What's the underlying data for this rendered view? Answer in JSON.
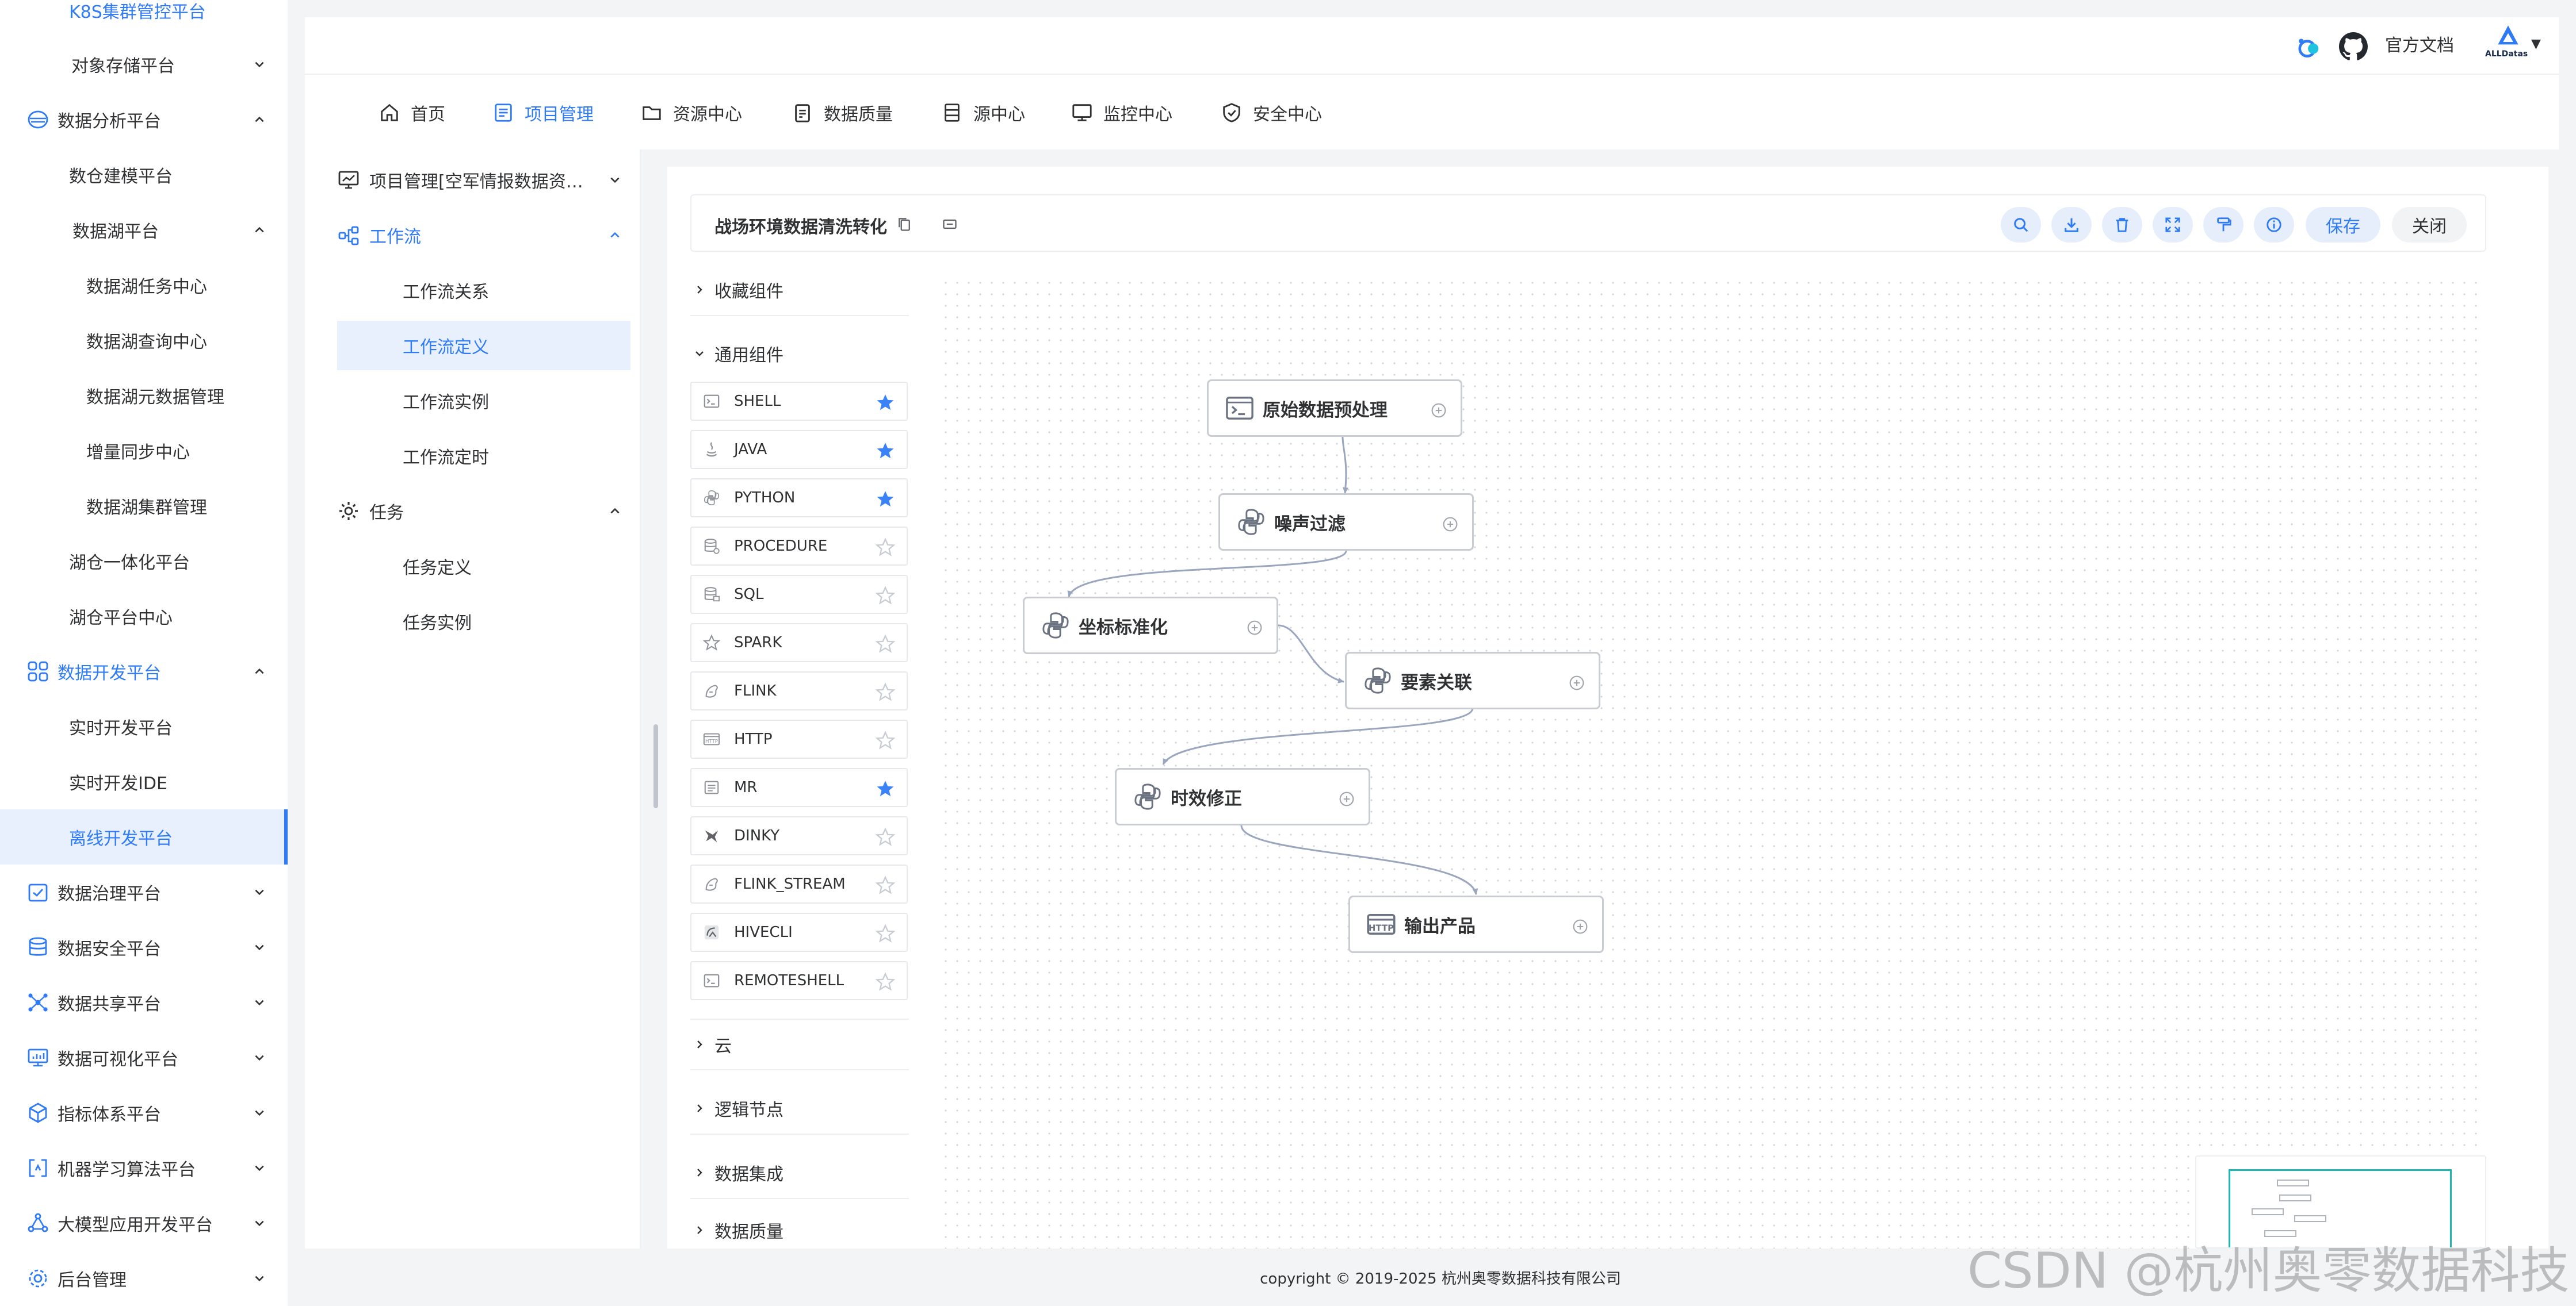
{
  "sidebar": {
    "items": [
      {
        "label": "K8S集群管控平台"
      },
      {
        "label": "对象存储平台"
      },
      {
        "label": "数据分析平台"
      },
      {
        "label": "数仓建模平台"
      },
      {
        "label": "数据湖平台"
      },
      {
        "label": "数据湖任务中心"
      },
      {
        "label": "数据湖查询中心"
      },
      {
        "label": "数据湖元数据管理"
      },
      {
        "label": "增量同步中心"
      },
      {
        "label": "数据湖集群管理"
      },
      {
        "label": "湖仓一体化平台"
      },
      {
        "label": "湖仓平台中心"
      },
      {
        "label": "数据开发平台"
      },
      {
        "label": "实时开发平台"
      },
      {
        "label": "实时开发IDE"
      },
      {
        "label": "离线开发平台"
      },
      {
        "label": "数据治理平台"
      },
      {
        "label": "数据安全平台"
      },
      {
        "label": "数据共享平台"
      },
      {
        "label": "数据可视化平台"
      },
      {
        "label": "指标体系平台"
      },
      {
        "label": "机器学习算法平台"
      },
      {
        "label": "大模型应用开发平台"
      },
      {
        "label": "后台管理"
      }
    ]
  },
  "header": {
    "docs_label": "官方文档",
    "brand_label": "ALLDatas",
    "nav": [
      {
        "label": "首页"
      },
      {
        "label": "项目管理"
      },
      {
        "label": "资源中心"
      },
      {
        "label": "数据质量"
      },
      {
        "label": "源中心"
      },
      {
        "label": "监控中心"
      },
      {
        "label": "安全中心"
      }
    ]
  },
  "submenu": {
    "project_label": "项目管理[空军情报数据资…",
    "workflow_label": "工作流",
    "workflow_items": [
      {
        "label": "工作流关系"
      },
      {
        "label": "工作流定义"
      },
      {
        "label": "工作流实例"
      },
      {
        "label": "工作流定时"
      }
    ],
    "task_label": "任务",
    "task_items": [
      {
        "label": "任务定义"
      },
      {
        "label": "任务实例"
      }
    ]
  },
  "toolbar": {
    "workflow_name": "战场环境数据清洗转化",
    "save_label": "保存",
    "close_label": "关闭"
  },
  "palette": {
    "favorites_label": "收藏组件",
    "common_label": "通用组件",
    "components": [
      {
        "label": "SHELL",
        "starred": true
      },
      {
        "label": "JAVA",
        "starred": true
      },
      {
        "label": "PYTHON",
        "starred": true
      },
      {
        "label": "PROCEDURE",
        "starred": false
      },
      {
        "label": "SQL",
        "starred": false
      },
      {
        "label": "SPARK",
        "starred": false
      },
      {
        "label": "FLINK",
        "starred": false
      },
      {
        "label": "HTTP",
        "starred": false
      },
      {
        "label": "MR",
        "starred": true
      },
      {
        "label": "DINKY",
        "starred": false
      },
      {
        "label": "FLINK_STREAM",
        "starred": false
      },
      {
        "label": "HIVECLI",
        "starred": false
      },
      {
        "label": "REMOTESHELL",
        "starred": false
      }
    ],
    "more_groups": [
      {
        "label": "云"
      },
      {
        "label": "逻辑节点"
      },
      {
        "label": "数据集成"
      },
      {
        "label": "数据质量"
      }
    ]
  },
  "canvas": {
    "nodes": [
      {
        "label": "原始数据预处理",
        "type": "shell"
      },
      {
        "label": "噪声过滤",
        "type": "python"
      },
      {
        "label": "坐标标准化",
        "type": "python"
      },
      {
        "label": "要素关联",
        "type": "python"
      },
      {
        "label": "时效修正",
        "type": "python"
      },
      {
        "label": "输出产品",
        "type": "http"
      }
    ]
  },
  "footer": {
    "copyright": "copyright © 2019-2025 杭州奥零数据科技有限公司"
  },
  "watermark": "CSDN @杭州奥零数据科技",
  "colors": {
    "accent": "#2f7bf5",
    "star_on": "#3b82f6",
    "star_off": "#c8ccd3",
    "edge": "#9aa6bd"
  }
}
